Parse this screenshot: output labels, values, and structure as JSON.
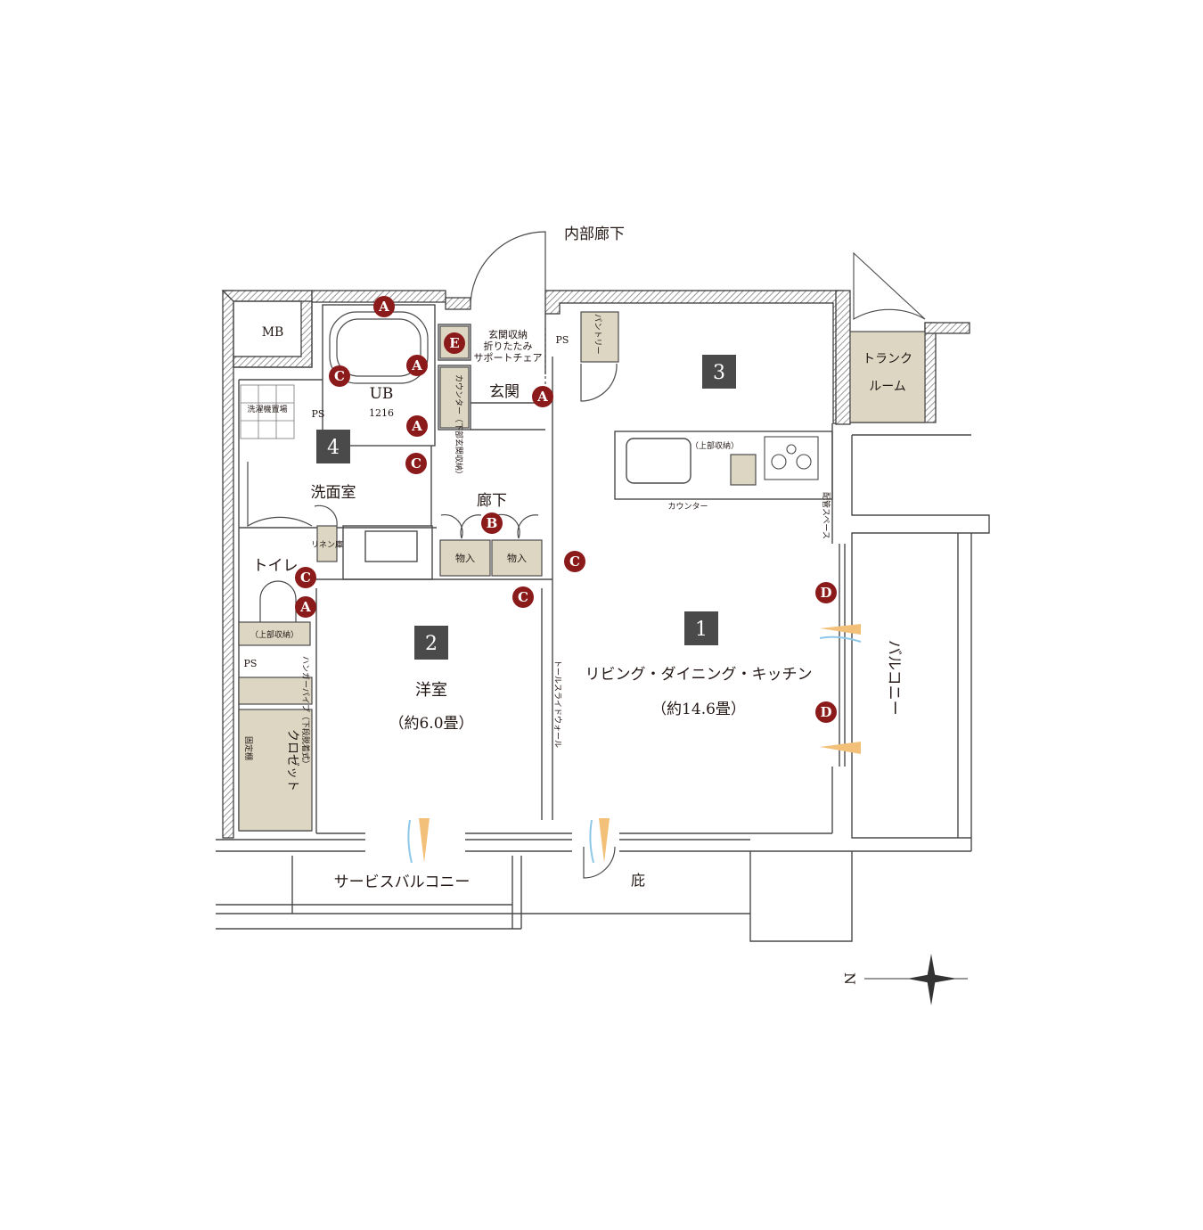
{
  "labels": {
    "inner_corridor": "内部廊下",
    "mb": "MB",
    "ub": "UB",
    "ub_size": "1216",
    "ps": "PS",
    "washer": "洗濯機置場",
    "washroom": "洗面室",
    "toilet": "トイレ",
    "upper_storage": "（上部収納）",
    "linen": "リネン庫",
    "entrance": "玄関",
    "entrance_storage_1": "玄関収納",
    "entrance_storage_2": "折りたたみ",
    "entrance_storage_3": "サポートチェア",
    "counter_storage": "カウンター（下部玄関収納）",
    "hallway": "廊下",
    "storage": "物入",
    "pantry": "パントリー",
    "counter": "カウンター",
    "piping_space": "配管スペース",
    "trunk_room_1": "トランク",
    "trunk_room_2": "ルーム",
    "western_room": "洋室",
    "western_room_size": "（約6.0畳）",
    "ldk": "リビング・ダイニング・キッチン",
    "ldk_size": "（約14.6畳）",
    "tall_slide_wall": "トールスライドウォール",
    "hanger_pipe": "ハンガーパイプ（下段脱着式）",
    "fixed_shelf": "固定棚",
    "closet": "クロゼット",
    "balcony": "バルコニー",
    "service_balcony": "サービスバルコニー",
    "eaves": "庇",
    "north": "N"
  },
  "room_numbers": [
    "1",
    "2",
    "3",
    "4"
  ],
  "markers": {
    "A": "A",
    "B": "B",
    "C": "C",
    "D": "D",
    "E": "E"
  },
  "colors": {
    "wall_hatch": "#8a8a8a",
    "marker": "#8b1a1a",
    "number_box": "#4a4a4a",
    "storage_fill": "#ddd6c3",
    "line": "#3a3a3a"
  }
}
